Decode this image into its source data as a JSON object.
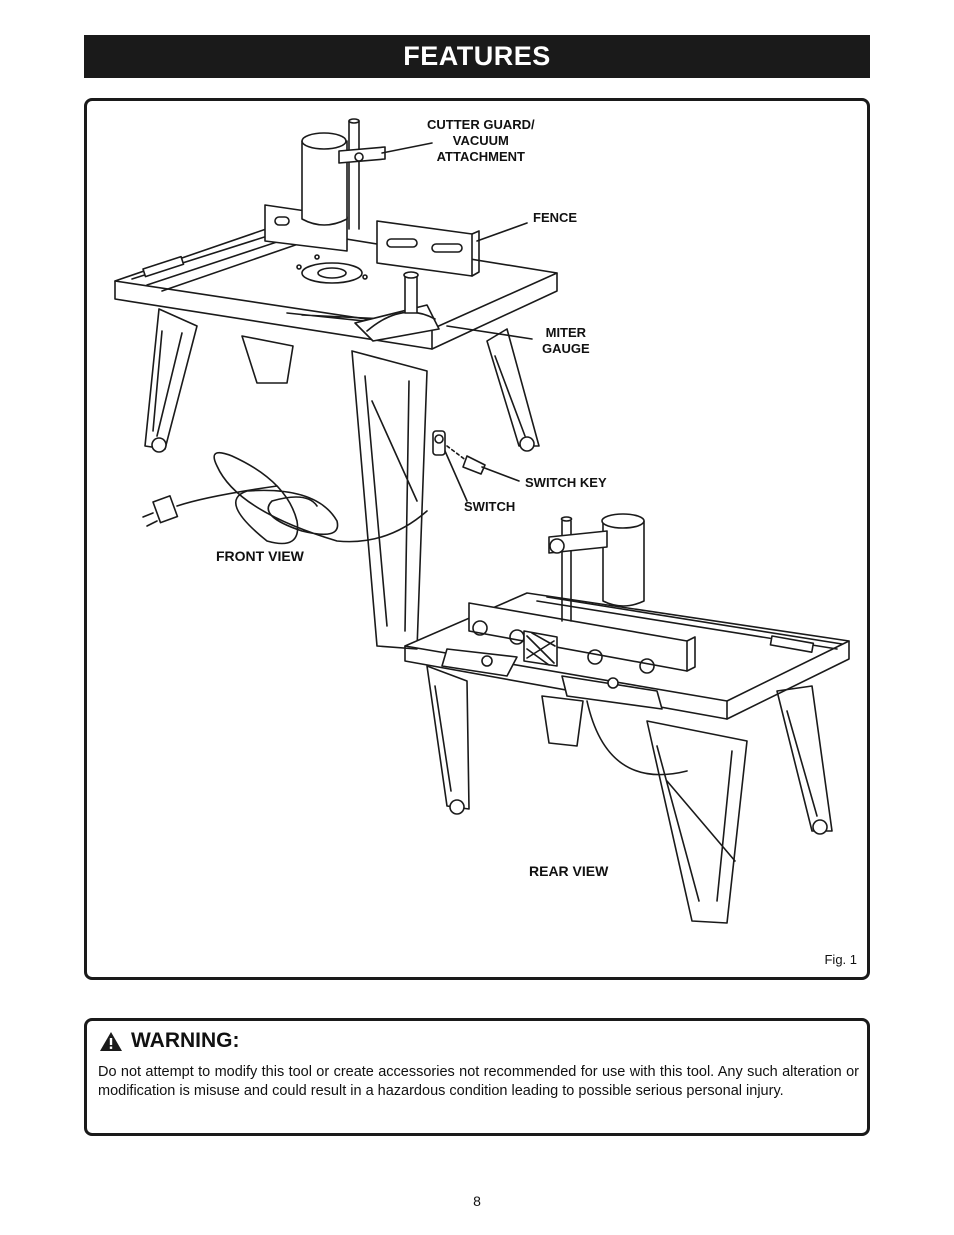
{
  "header": {
    "title": "FEATURES"
  },
  "figure": {
    "callouts": {
      "cutter_guard": "CUTTER GUARD/\nVACUUM\nATTACHMENT",
      "fence": "FENCE",
      "miter_gauge": "MITER\nGAUGE",
      "switch_key": "SWITCH KEY",
      "switch": "SWITCH",
      "front_view": "FRONT VIEW",
      "rear_view": "REAR VIEW"
    },
    "fig_label": "Fig. 1"
  },
  "warning": {
    "icon": "warning-triangle-icon",
    "heading": "WARNING:",
    "body": "Do not attempt to modify this tool or create accessories not recommended for use with this tool. Any such alteration or modification is misuse and could result in a hazardous condition leading to possible serious personal injury."
  },
  "footer": {
    "page_number": "8"
  }
}
